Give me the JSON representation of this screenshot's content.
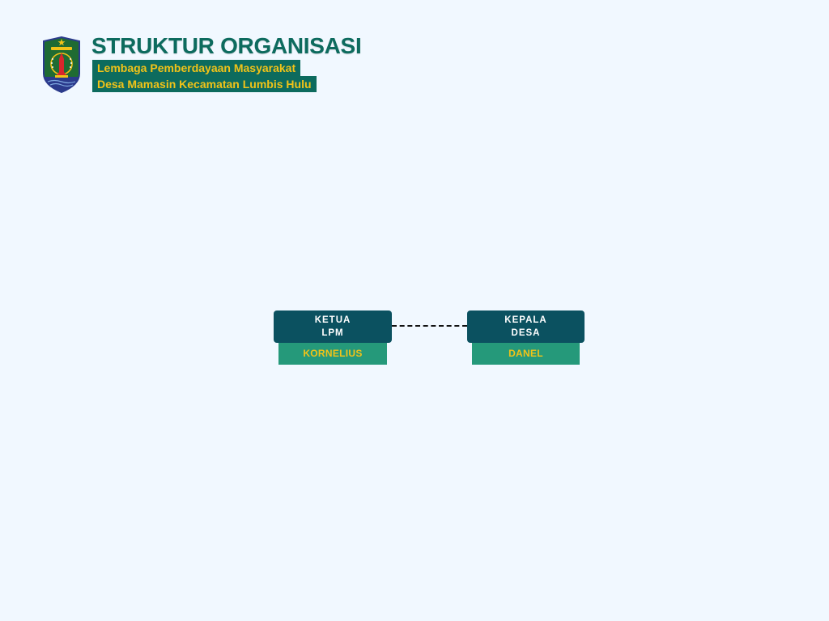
{
  "header": {
    "title": "STRUKTUR ORGANISASI",
    "subtitle_line1": "Lembaga Pemberdayaan Masyarakat",
    "subtitle_line2": "Desa Mamasin Kecamatan Lumbis Hulu",
    "logo_icon": "regency-coat-of-arms-icon"
  },
  "chart": {
    "nodes": [
      {
        "role_line1": "KETUA",
        "role_line2": "LPM",
        "name": "KORNELIUS"
      },
      {
        "role_line1": "KEPALA",
        "role_line2": "DESA",
        "name": "DANEL"
      }
    ],
    "connector_style": "dashed"
  },
  "colors": {
    "background": "#f1f8ff",
    "title": "#0d6b5e",
    "subtitle_bg": "#0d6b5e",
    "subtitle_text": "#f2c318",
    "role_box": "#0b5160",
    "name_box": "#25997a",
    "name_text": "#f2c318"
  }
}
